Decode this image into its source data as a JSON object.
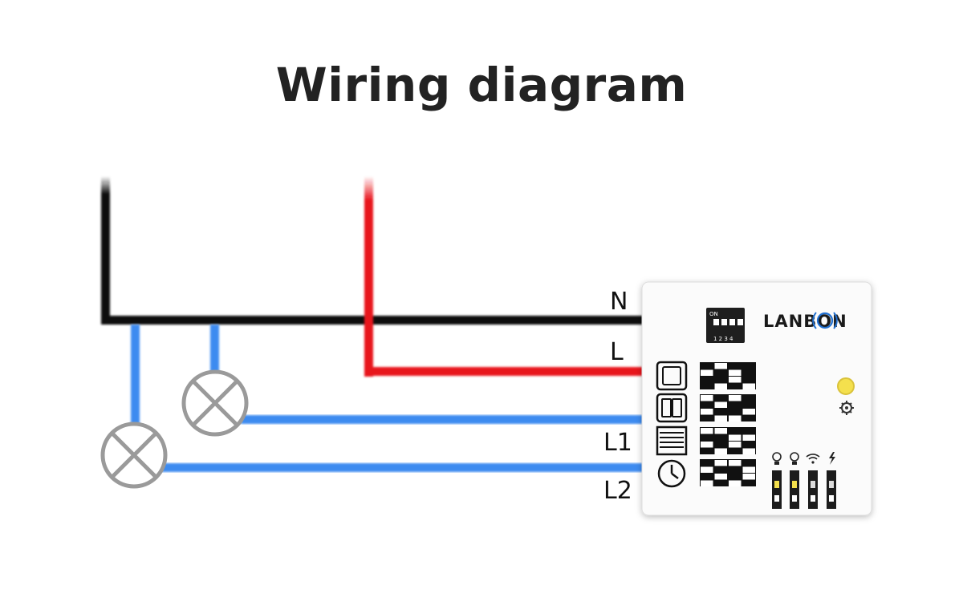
{
  "title": "Wiring diagram",
  "terminals": {
    "n": "N",
    "l": "L",
    "l1": "L1",
    "l2": "L2"
  },
  "device": {
    "brand": "LANBON",
    "dip_on": "ON",
    "dip_numbers": "1 2 3 4"
  },
  "colors": {
    "neutral_wire": "#111111",
    "live_wire": "#e8141c",
    "load_wire": "#3d8bf0",
    "lamp": "#9a9a9a",
    "led": "#f4e04d"
  },
  "icons": [
    "single-switch-icon",
    "double-switch-icon",
    "curtain-icon",
    "clock-icon",
    "gear-icon",
    "bulb-icon",
    "wifi-icon",
    "lightning-icon"
  ],
  "mode_patterns": [
    [
      0,
      1,
      0,
      0,
      1,
      0,
      1,
      0,
      0,
      0,
      1,
      0,
      0,
      1,
      0,
      1
    ],
    [
      1,
      0,
      1,
      0,
      0,
      1,
      0,
      0,
      1,
      0,
      0,
      1,
      0,
      1,
      1,
      0
    ],
    [
      1,
      1,
      0,
      0,
      0,
      0,
      1,
      1,
      1,
      0,
      1,
      0,
      0,
      1,
      0,
      1
    ],
    [
      0,
      1,
      1,
      0,
      1,
      0,
      0,
      1,
      0,
      1,
      0,
      1,
      1,
      0,
      1,
      0
    ]
  ]
}
